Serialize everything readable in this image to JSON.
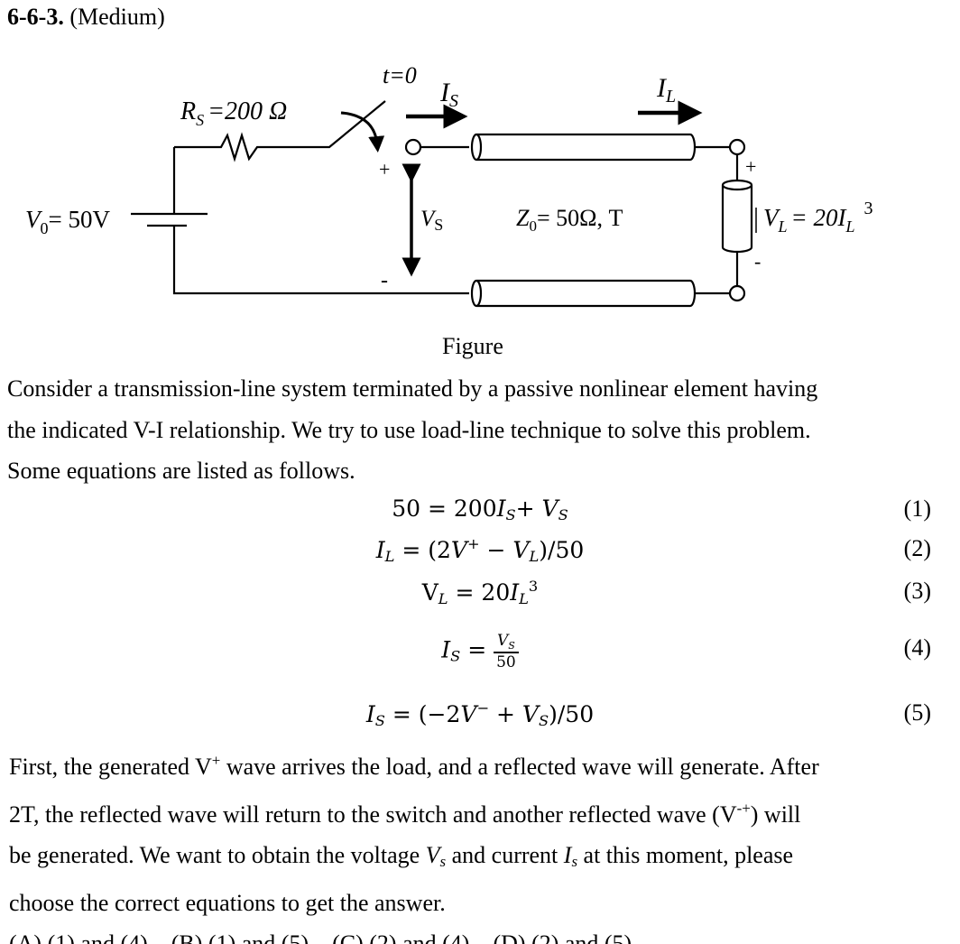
{
  "header": {
    "number": "6-6-3.",
    "level": "(Medium)"
  },
  "figure": {
    "switch_label": "t=0",
    "rs_label": "R",
    "rs_sub": "S",
    "rs_value": "=200 Ω",
    "is_label": "I",
    "is_sub": "S",
    "il_label": "I",
    "il_sub": "L",
    "v0_label": "V",
    "v0_sub": "0",
    "v0_value": "= 50V",
    "vs_label": "V",
    "vs_sub": "S",
    "z0_label": "Z",
    "z0_sub": "0",
    "z0_value": "= 50Ω, T",
    "vl_label": "V",
    "vl_sub": "L",
    "vl_value": "= 20I",
    "vl_sub2": "L",
    "vl_exp": "3",
    "plus": "+",
    "minus": "-",
    "caption": "Figure"
  },
  "intro": [
    "Consider a transmission-line system terminated by a passive nonlinear element having",
    "the indicated V-I relationship. We try to use load-line technique to solve this problem.",
    "Some equations are listed as follows."
  ],
  "equations": [
    {
      "num": "(1)",
      "a": "50 = 200",
      "b": "I",
      "bs": "S",
      "c": "+ ",
      "d": "V",
      "ds": "S"
    },
    {
      "num": "(2)",
      "a": "I",
      "as": "L",
      "b": " = (2",
      "c": "V",
      "cp": "+",
      "d": " − ",
      "e": "V",
      "es": "L",
      "f": ")/50"
    },
    {
      "num": "(3)",
      "a": "V",
      "as": "L",
      "b": " = 20",
      "c": "I",
      "cs": "L",
      "cp": "3"
    },
    {
      "num": "(4)",
      "a": "I",
      "as": "S",
      "b": " = ",
      "top": "V",
      "tops": "S",
      "bottom": "50"
    },
    {
      "num": "(5)",
      "a": "I",
      "as": "S",
      "b": " = (−2",
      "c": "V",
      "cp": "−",
      "d": " + ",
      "e": "V",
      "es": "S",
      "f": ")/50"
    }
  ],
  "body": [
    "First, the generated V",
    "+",
    " wave arrives the load, and a reflected wave will generate. After",
    "2T, the reflected wave will return to the switch and another reflected wave (V",
    "-+",
    ") will",
    "be generated. We want to obtain the voltage ",
    "V",
    "s",
    " and current ",
    "I",
    "s",
    " at this moment, please",
    "choose the correct equations to get the answer."
  ],
  "choices": [
    "(A)  (1) and (4)",
    "(B) (1) and (5)",
    "(C) (2) and (4)",
    "(D) (2) and (5)"
  ]
}
